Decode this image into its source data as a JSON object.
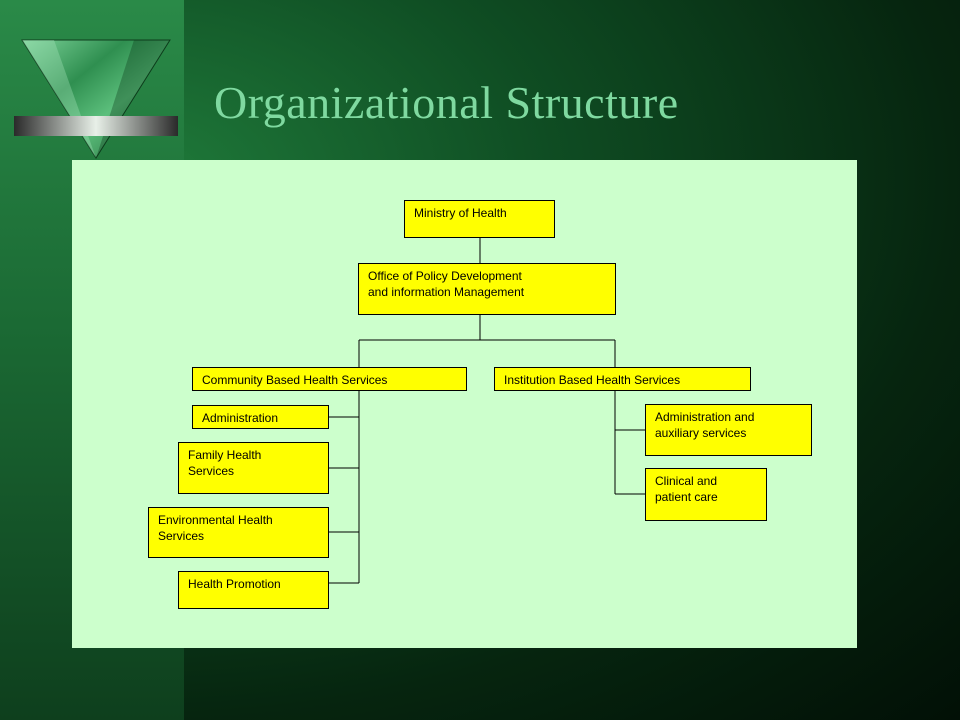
{
  "slide": {
    "title": "Organizational Structure"
  },
  "colors": {
    "title": "#7fd9a0",
    "panel": "#ccffcc",
    "box_fill": "#ffff00",
    "box_border": "#000000"
  },
  "org_chart": {
    "ministry": "Ministry of Health",
    "policy_office": "Office of Policy Development\nand information Management",
    "community_branch": {
      "label": "Community Based Health Services",
      "units": [
        "Administration",
        "Family Health\nServices",
        "Environmental Health\nServices",
        "Health Promotion"
      ]
    },
    "institution_branch": {
      "label": "Institution Based Health Services",
      "units": [
        "Administration and\nauxiliary services",
        "Clinical and\npatient care"
      ]
    }
  }
}
